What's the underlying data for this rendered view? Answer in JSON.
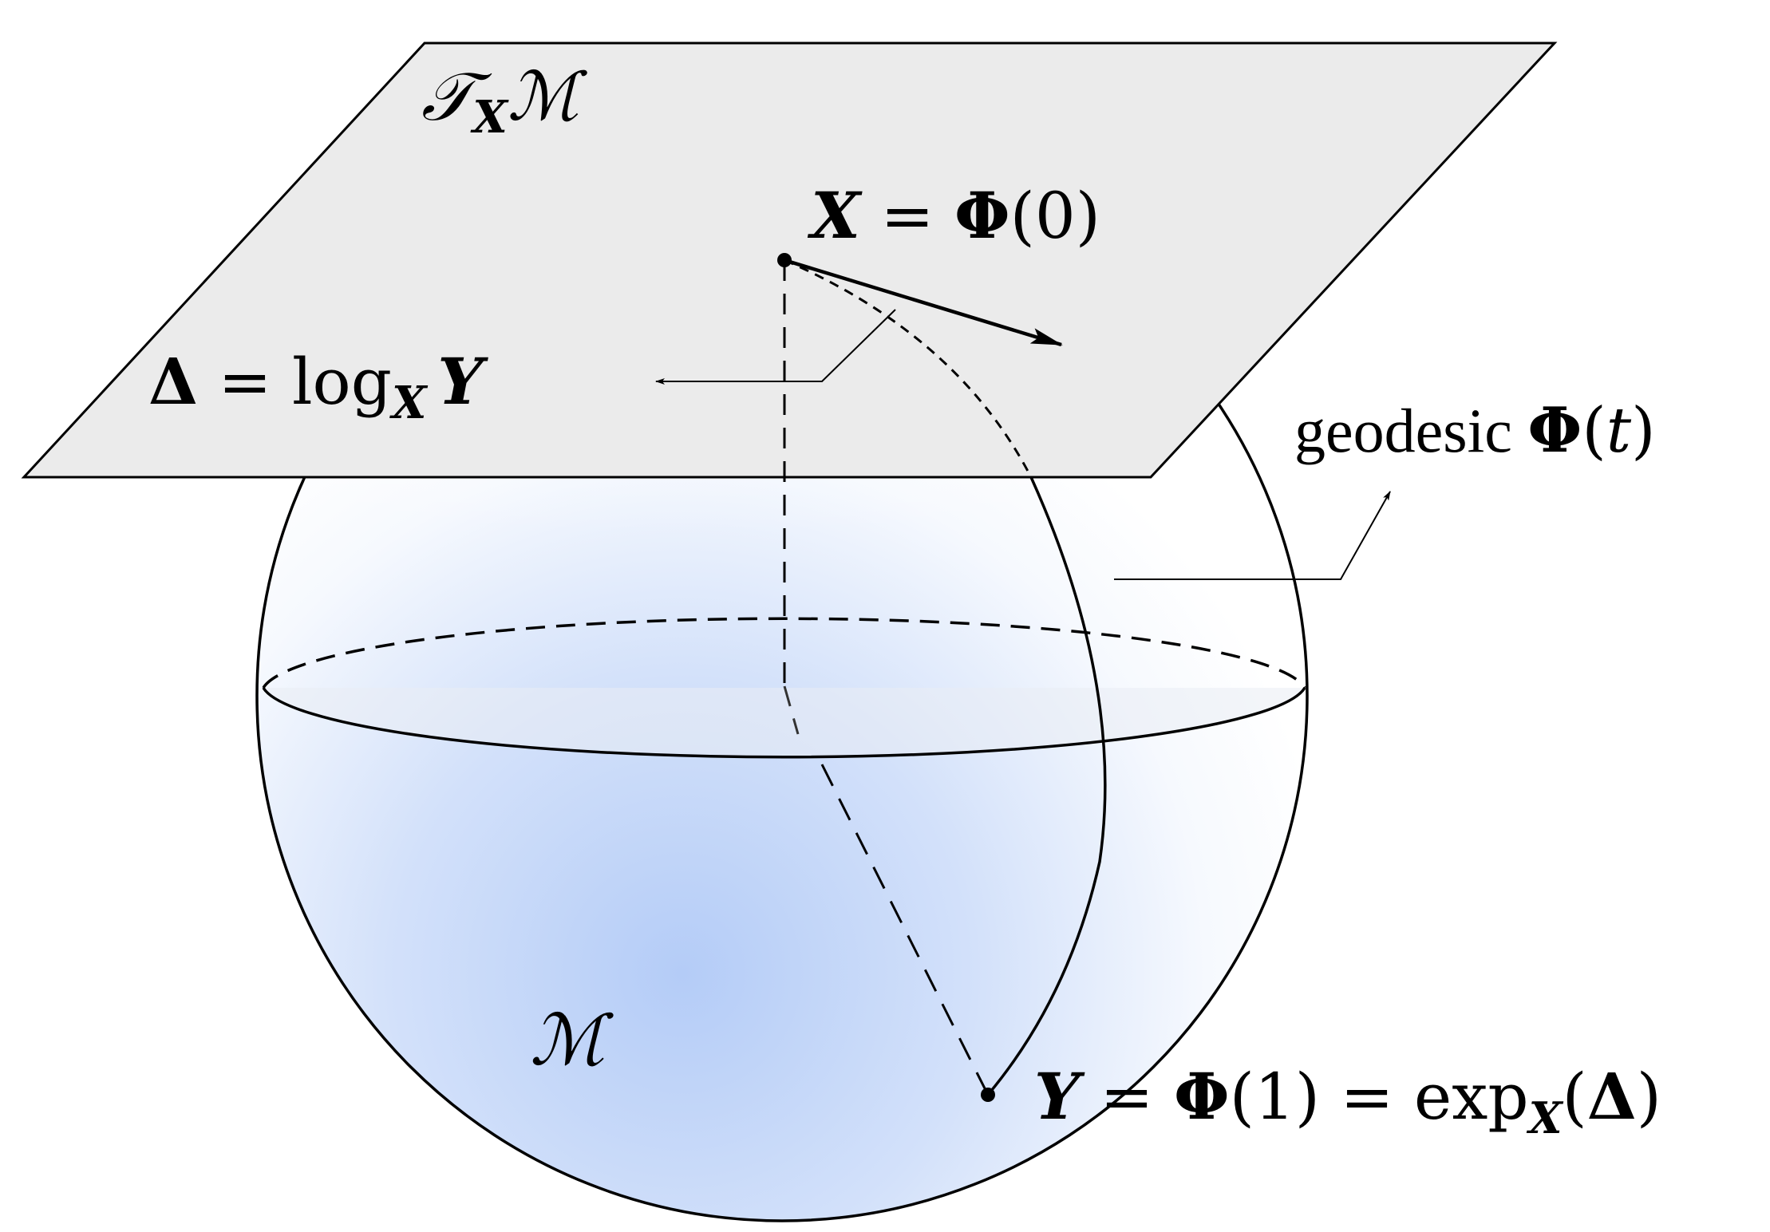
{
  "labels": {
    "tangent_space": {
      "main": "𝒯",
      "sub": "X",
      "tail": "ℳ"
    },
    "manifold": "ℳ",
    "point_x": {
      "var": "X",
      "eq": " = ",
      "phi": "Φ",
      "arg": "(0)"
    },
    "delta": {
      "var": "Δ",
      "eq": " = log",
      "sub": "X",
      "tail": "Y"
    },
    "geodesic": {
      "word": "geodesic ",
      "phi": "Φ",
      "arg_open": "(",
      "t": "t",
      "arg_close": ")"
    },
    "point_y": {
      "var": "Y",
      "eq1": " = ",
      "phi": "Φ",
      "arg": "(1) = exp",
      "sub": "X",
      "open": "(",
      "delta": "Δ",
      "close": ")"
    }
  },
  "colors": {
    "plane_fill": "#ebebeb",
    "sphere_center": "#b4ccf7",
    "sphere_edge": "#ffffff",
    "stroke": "#000000",
    "equator_fill": "#eeeeee"
  }
}
